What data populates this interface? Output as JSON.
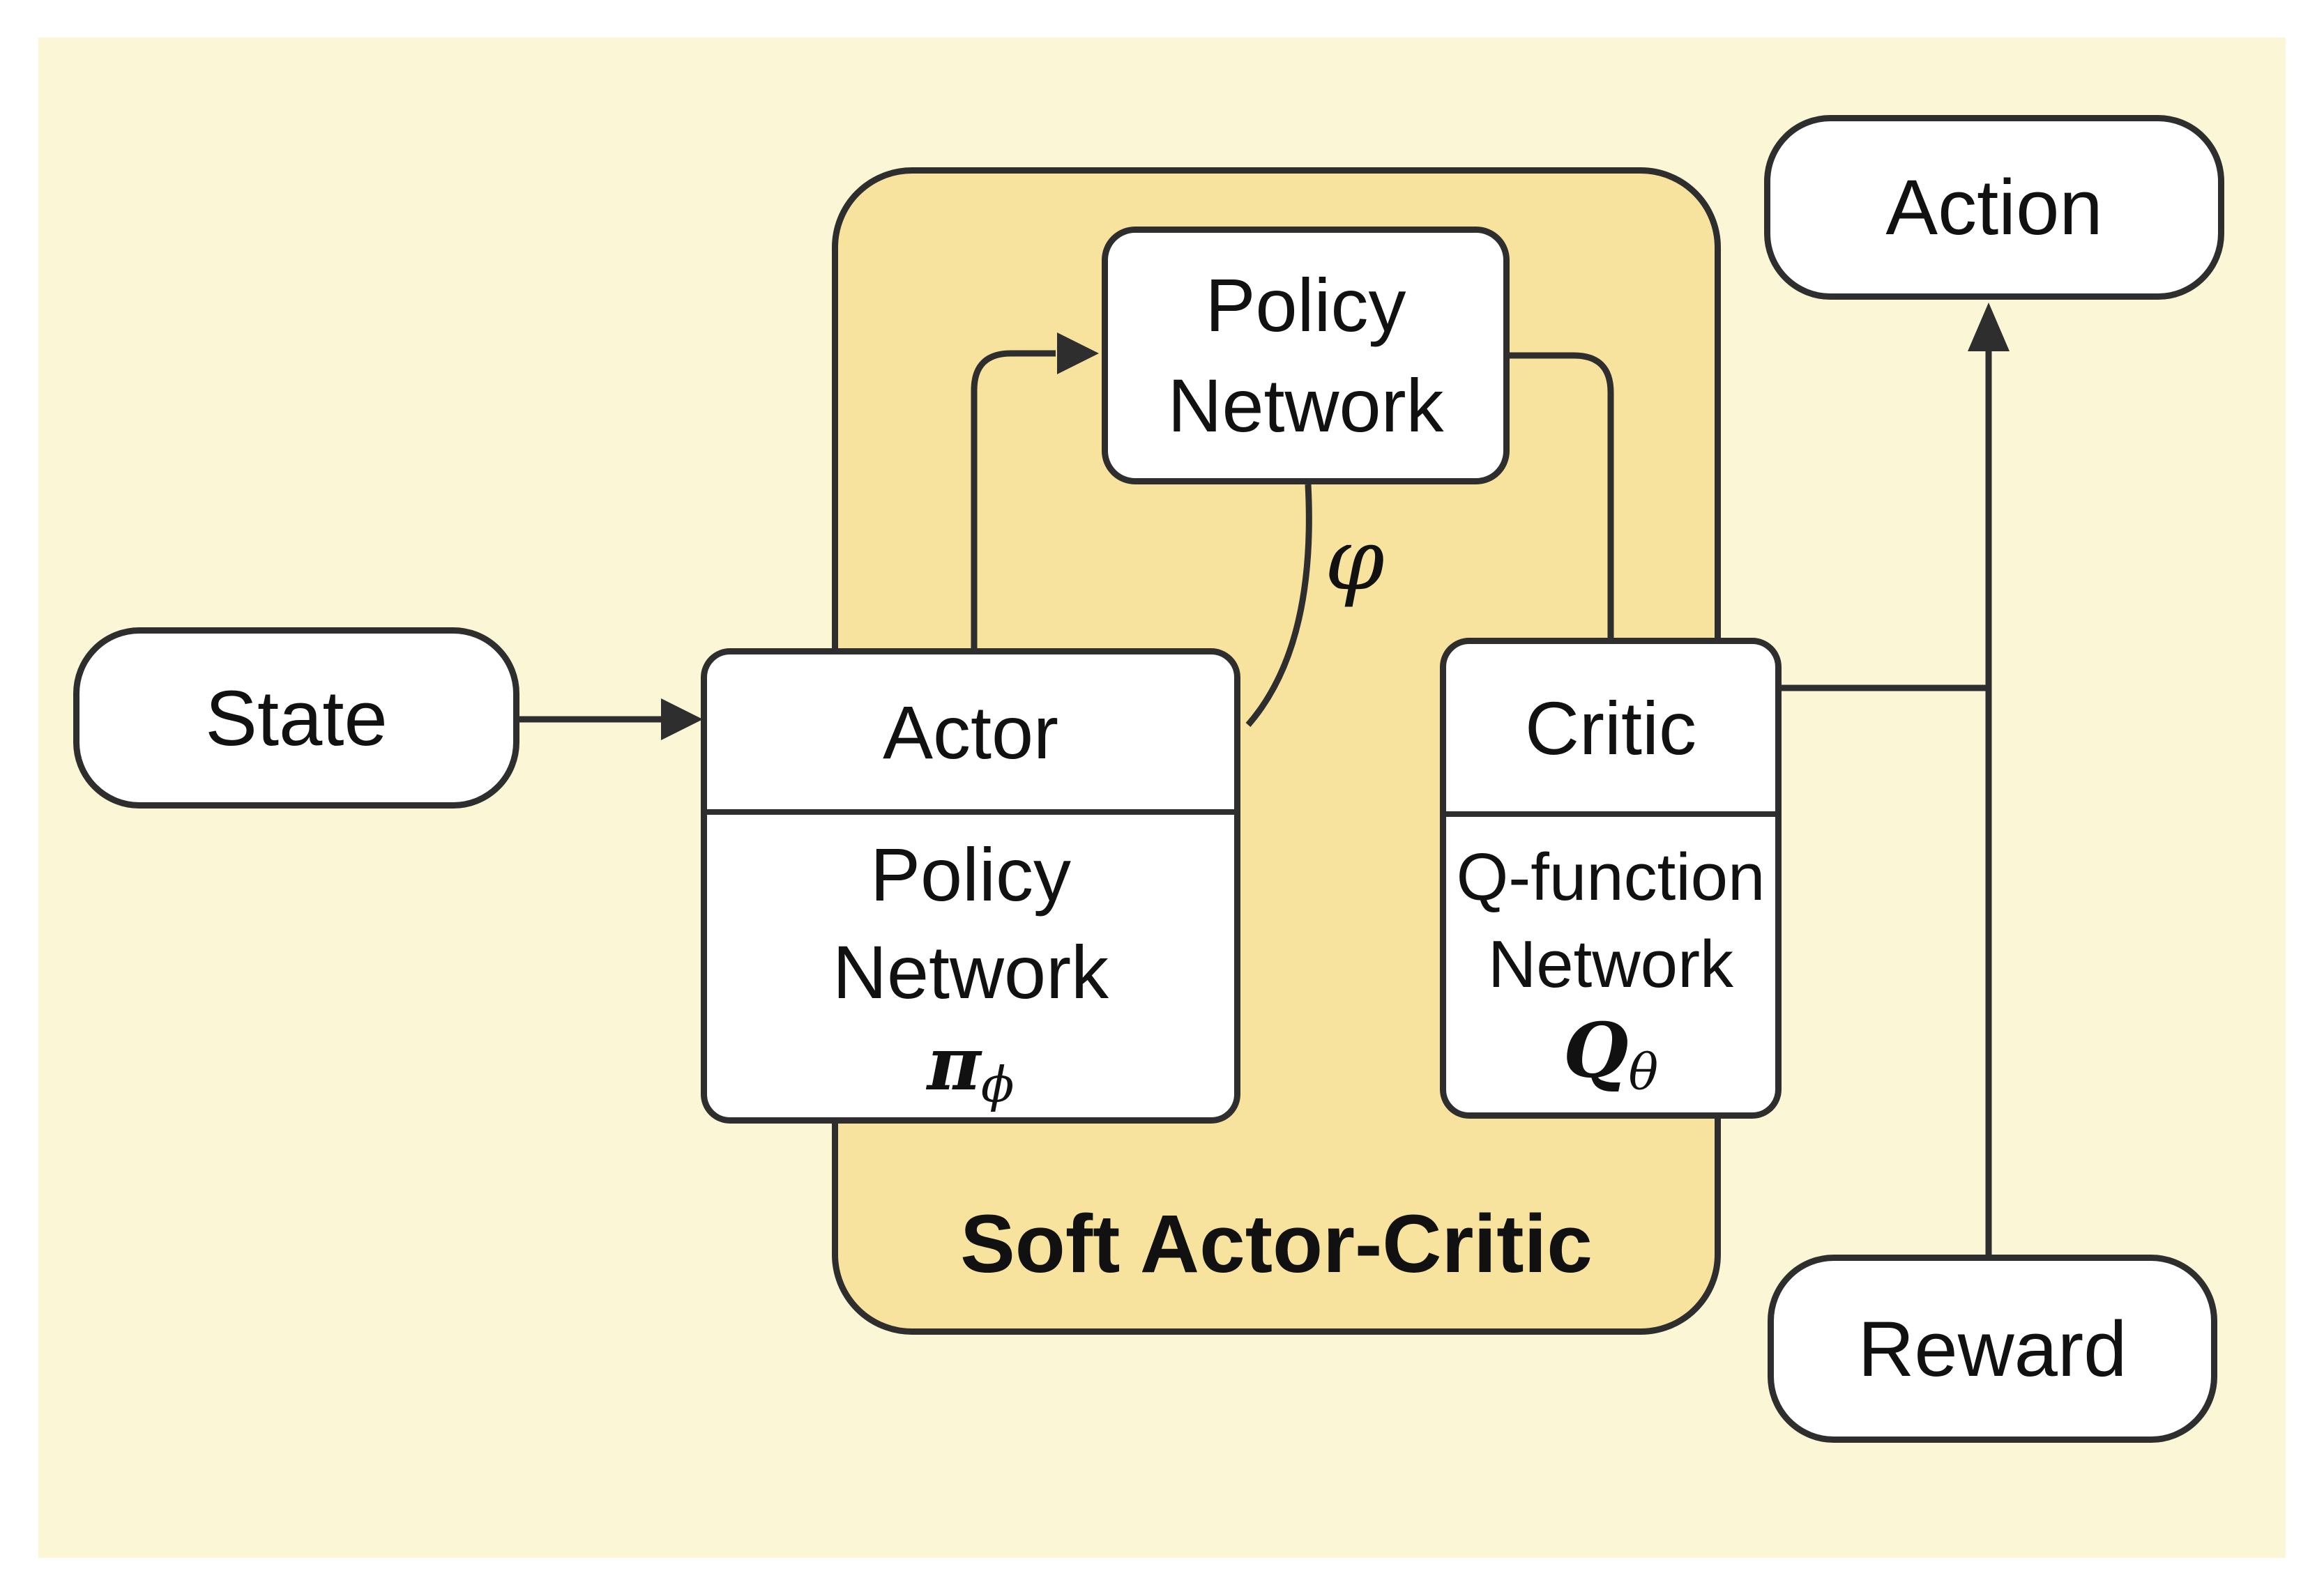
{
  "colors": {
    "canvas_fill": "#fbf7d6",
    "container_fill": "#f8e39e",
    "stroke": "#2e2e2e",
    "box_fill": "#ffffff",
    "text": "#111111"
  },
  "container": {
    "label": "Soft Actor-Critic"
  },
  "nodes": {
    "state": {
      "label": "State"
    },
    "action": {
      "label": "Action"
    },
    "reward": {
      "label": "Reward"
    },
    "policy_network": {
      "line1": "Policy",
      "line2": "Network"
    },
    "actor": {
      "title": "Actor",
      "body_line1": "Policy",
      "body_line2": "Network",
      "symbol_main": "π",
      "symbol_sub": "ϕ"
    },
    "critic": {
      "title": "Critic",
      "body_line1": "Q-function",
      "body_line2": "Network",
      "symbol_main": "Q",
      "symbol_sub": "θ"
    }
  },
  "edge_labels": {
    "phi": "φ"
  }
}
